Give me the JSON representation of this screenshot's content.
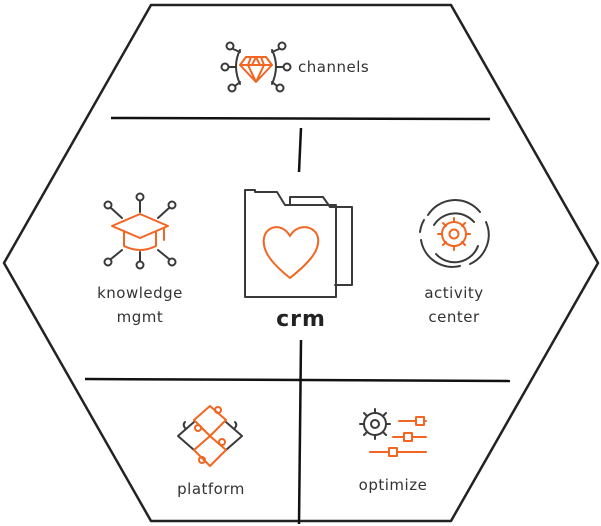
{
  "colors": {
    "accent": "#f26522",
    "ink": "#333333"
  },
  "center": {
    "label": "crm",
    "icon": "folder-heart-icon"
  },
  "sections": {
    "top": {
      "label": "channels",
      "icon": "diamond-network-icon"
    },
    "left": {
      "label_line1": "knowledge",
      "label_line2": "mgmt",
      "icon": "graduation-cap-network-icon"
    },
    "right": {
      "label_line1": "activity",
      "label_line2": "center",
      "icon": "gear-cycle-icon"
    },
    "bottom_left": {
      "label": "platform",
      "icon": "puzzle-pieces-icon"
    },
    "bottom_right": {
      "label": "optimize",
      "icon": "gear-sliders-icon"
    }
  }
}
